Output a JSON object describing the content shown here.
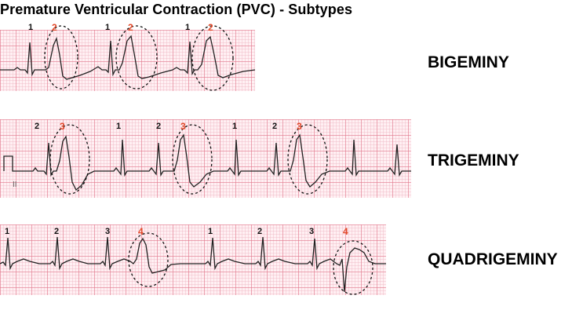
{
  "title": "Premature Ventricular Contraction (PVC) - Subtypes",
  "colors": {
    "pvc_label": "#e2492a",
    "grid": "#e2788c",
    "paper": "#fff0f3"
  },
  "rows": [
    {
      "subtype": "BIGEMINY",
      "beats": [
        "1",
        "2",
        "1",
        "2",
        "1",
        "2"
      ]
    },
    {
      "subtype": "TRIGEMINY",
      "beats": [
        "2",
        "3",
        "1",
        "2",
        "3",
        "1",
        "2",
        "3"
      ],
      "lead": "II"
    },
    {
      "subtype": "QUADRIGEMINY",
      "beats": [
        "1",
        "2",
        "3",
        "4",
        "1",
        "2",
        "3",
        "4"
      ]
    }
  ]
}
